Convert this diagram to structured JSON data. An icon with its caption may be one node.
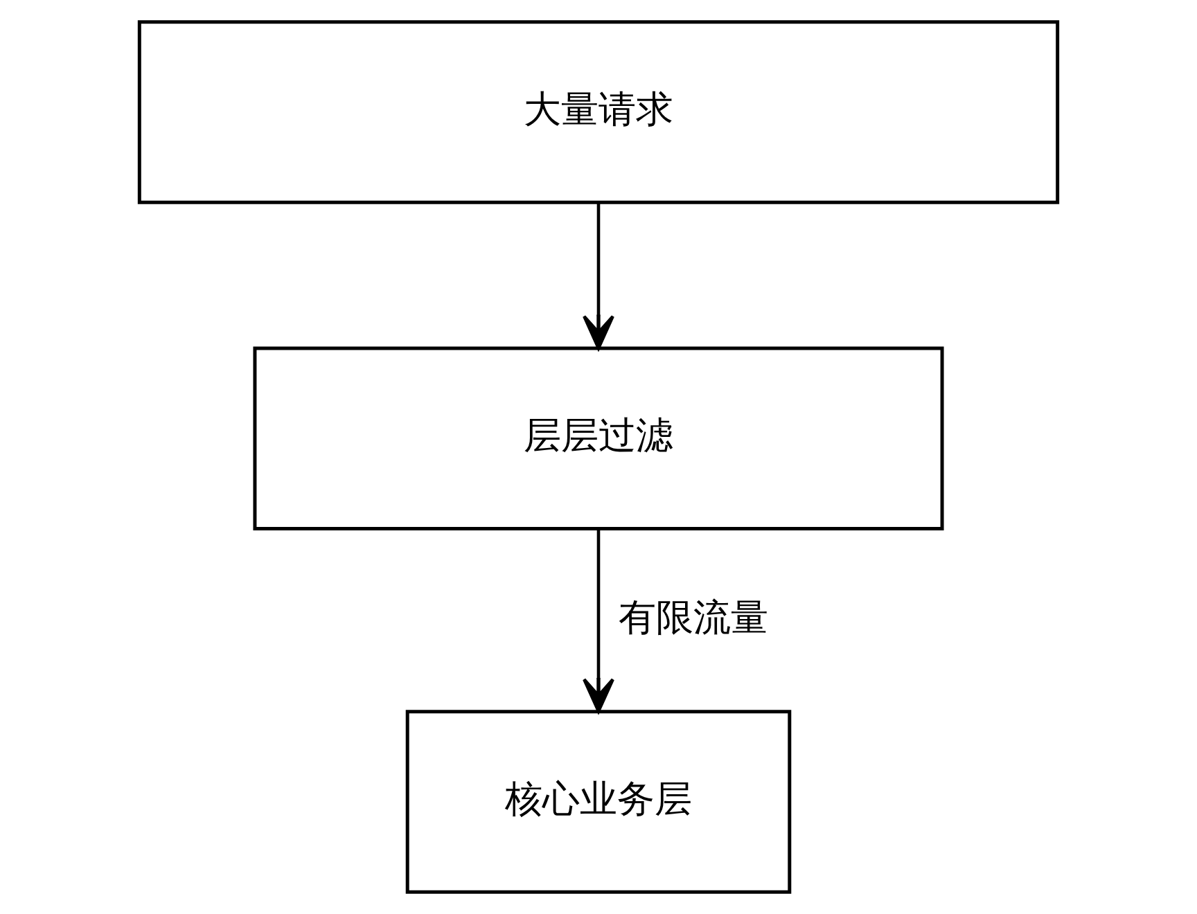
{
  "diagram": {
    "nodes": [
      {
        "text": [
          "大量请求"
        ]
      },
      {
        "text": [
          "层层过滤"
        ]
      },
      {
        "text": [
          "核心业务层"
        ]
      }
    ],
    "edges": [
      {
        "from": 0,
        "to": 1,
        "arrow": "to"
      },
      {
        "from": 1,
        "to": 2,
        "arrow": "to",
        "label": "有限流量"
      }
    ]
  }
}
